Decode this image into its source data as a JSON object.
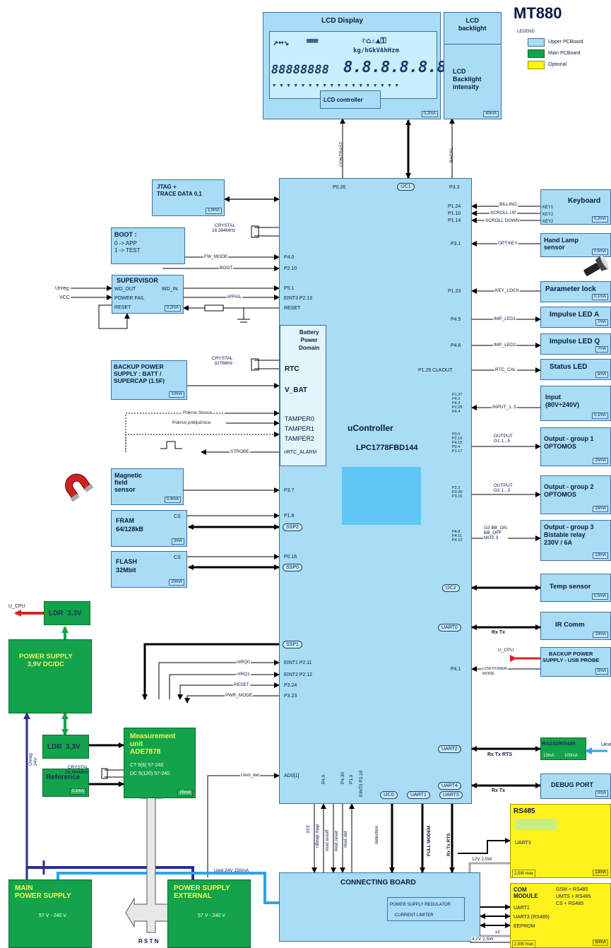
{
  "title": "MT880",
  "legend": {
    "heading": "LEGEND",
    "items": [
      {
        "label": "Upper PCBoard",
        "color": "#a9dcf5"
      },
      {
        "label": "Main PCBoard",
        "color": "#13a34a"
      },
      {
        "label": "Optional",
        "color": "#fff21c"
      }
    ]
  },
  "colors": {
    "upper": "#a9dcf5",
    "main": "#13a34a",
    "optional": "#fff21c",
    "power_arrow": "#1aa04a",
    "u_cpu_arrow": "#e02020",
    "bus": "#2b2f8a",
    "blue_line": "#2ea3e6"
  },
  "lcd": {
    "display_title": "LCD Display",
    "segments": "88888888",
    "segments_large": "8.8.8.8.8.8.8.8",
    "units": "kg/hGkVAhHzm",
    "controller": "LCD controller",
    "controller_current": "0,2mA",
    "backlight": "LCD\nbacklight",
    "backlight_intensity": "LCD\nBacklight\nintensity",
    "backlight_current": "40mA"
  },
  "mcu": {
    "name": "uController",
    "part": "LPC1778FBD144",
    "battery_domain": "Battery\nPower\nDomain",
    "rtc": "RTC",
    "vbat": "V_BAT",
    "tamper": [
      "TAMPER0",
      "TAMPER1",
      "TAMPER2"
    ],
    "left_pins": [
      "P0.26",
      "P4.0",
      "P2.10",
      "P5.1",
      "EINT3 P2.13",
      "RESET",
      "nRTC_ALARM",
      "P3.7",
      "P1.8",
      "P0.16",
      "EINT1 P2.11",
      "EINT2 P2.12",
      "P3.24",
      "P3.23",
      "AD0[1]"
    ],
    "right_pins": [
      "P3.3",
      "P1.24",
      "P1.10",
      "P1.14",
      "P3.1",
      "P1.23",
      "P4.5",
      "P4.6",
      "P1.25 CLKOUT",
      "P4.1"
    ],
    "buses": [
      "I2C1",
      "SSP2",
      "SSP0",
      "SSP1",
      "I2C2",
      "UART0",
      "UART2",
      "UART4",
      "I2C0",
      "UART1",
      "UART3"
    ],
    "bottom_pins": [
      "P4.9",
      "P4.30",
      "P1.9",
      "EINT0 P2.10"
    ],
    "input_pins": "P1.27\nP4.2\nP4.3\nP2.28\nP4.4",
    "out1_pins": "P0.5\nP2.19\nP4.15\nP0.4\nP1.17",
    "out2_pins": "P2.3\nP3.26\nP3.15",
    "out3_pins": "P4.8\nP4.11\nP4.10"
  },
  "left_blocks": {
    "jtag": {
      "title": "JTAG +\nTRACE DATA 0,1",
      "current": "1,9mA"
    },
    "crystal1": "CRYSTAL\n16.384MHz",
    "boot": {
      "title": "BOOT :",
      "lines": "0 -> APP\n1 -> TEST"
    },
    "supervisor": {
      "title": "SUPERVISOR",
      "wd_out": "WD_OUT",
      "wd_in": "WD_IN",
      "power_fail": "POWER FAIL",
      "reset": "RESET",
      "current": "0,2mA",
      "unreg": "Unreg",
      "vcc": "VCC"
    },
    "crystal2": "CRYSTAL\n32768Hz",
    "backup": {
      "title": "BACKUP POWER\nSUPPLY : BATT /\nSUPERCAP (1.5F)",
      "current": "10mA"
    },
    "magnetic": {
      "title": "Magnetic\nfield\nsensor",
      "current": "0,4mA"
    },
    "fram": {
      "title": "FRAM\n64/128kB",
      "cs": "CS",
      "current": "3mA"
    },
    "flash": {
      "title": "FLASH\n32Mbit",
      "cs": "CS",
      "current": "20mA"
    },
    "ldr_top": {
      "title": "LDR  3,3V",
      "u_cpu": "U_CPU"
    },
    "psu_dc": {
      "title": "POWER SUPPLY\n3,9V DC/DC"
    },
    "ldr_mid": {
      "title": "LDR  3,3V"
    },
    "reference": {
      "title": "Reference",
      "current": "0,1mA"
    },
    "measurement": {
      "title": "Measurement\nunit\nADE7878",
      "ct": "CT  5(6) 57-240",
      "dc": "DC  5(120) 57-240",
      "current": "25mA",
      "crystal": "CRYSTAL\n16.384MHz"
    },
    "main_psu": {
      "title": "MAIN\nPOWER SUPPLY",
      "range": "57 V - 240 V"
    },
    "ext_psu": {
      "title": "POWER SUPPLY\nEXTERNAL",
      "range": "57 V - 240 V"
    },
    "rstn": "R S T N",
    "unreg_24v": "Unreg\n24V"
  },
  "signals": {
    "contrast": "CONTRAST",
    "backl": "BACKL",
    "fw_mode": "FW_MODE",
    "boot": "BOOT",
    "npfail": "nPFAIL",
    "pokrov1": "Pokrov štovca",
    "pokrov2": "Pokrov priključnice",
    "strobe": "STROBE",
    "nirq0": "nIRQ0",
    "nirq1": "nIRQ1",
    "reset": "RESET",
    "pwr_mode": "PWR_MODE",
    "uext_det": "Uext_det",
    "billing": "BILLING",
    "scroll_up": "SCROLL UP",
    "scroll_down": "SCROLL DOWN",
    "opt_key": "OPT.KEY",
    "key_lock": "KEY_LOCK",
    "imp_led1": "IMP_LED1",
    "imp_led2": "IMP_LED2",
    "rtc_cal": "RTC_CAL",
    "input": "INPUT_1..5",
    "output1": "OUTPUT\nG1 1...5",
    "output2": "OUTPUT\nG2 1...3",
    "output3": "G3 BB_ON\nBB_OFF\nMOS 3",
    "rx_tx": "Rx Tx",
    "rx_tx_rts": "Rx Tx RTS",
    "u_cpu": "U_CPU",
    "low_power": "LOW POWER\nMODE",
    "uext_24v": "Uext  24V  150mA",
    "v12": "12V  2,5W",
    "v42": "4,2V  2,5W",
    "bottom_vertical": [
      "3V3",
      "nBoop map",
      "mod.on/off",
      "mod.reset",
      "mod.det",
      "detection",
      "FULL MODEM",
      "Rx Tx RTS"
    ],
    "x2": "x2",
    "uext_right": "Uext"
  },
  "right_blocks": {
    "keyboard": {
      "title": "Keyboard",
      "keys": [
        "KEY1",
        "KEY2",
        "KEY2"
      ],
      "current": "0,2mA"
    },
    "hand_lamp": {
      "title": "Hand Lamp\nsensor",
      "current": "0,5mA"
    },
    "param_lock": {
      "title": "Parameter lock",
      "current": "0,1mA"
    },
    "imp_a": {
      "title": "Impulse LED A",
      "current": "7mA"
    },
    "imp_q": {
      "title": "Impulse LED Q",
      "current": "7mA"
    },
    "status_led": {
      "title": "Status LED",
      "current": "5mA"
    },
    "input": {
      "title": "Input\n(80V÷240V)",
      "current": "0,1mA"
    },
    "out1": {
      "title": "Output - group 1\nOPTOMOS",
      "current": "25mA"
    },
    "out2": {
      "title": "Output - group 2\nOPTOMOS",
      "current": "15mA"
    },
    "out3": {
      "title": "Output - group 3\nBistable relay\n230V / 6A",
      "current": "13mA"
    },
    "temp": {
      "title": "Temp sensor",
      "current": "0,5mA"
    },
    "ir": {
      "title": "IR Comm",
      "current": "10mA"
    },
    "backup_usb": {
      "title": "BACKUP POWER\nSUPPLY - USB PROBE",
      "current": "0mA"
    },
    "rs232": {
      "title": "RS232/RS485",
      "cur1": "13mA",
      "cur2": "100mA"
    },
    "debug": {
      "title": "DEBUG PORT",
      "current": "0mA"
    },
    "rs485": {
      "title": "RS485",
      "uart": "UART3",
      "power": "2,5W max",
      "current": "13mA"
    },
    "com": {
      "title": "COM\nMODULE",
      "gsm": "GSM  + RS485",
      "umts": "UMTS + RS485",
      "cs": "CS    + RS485",
      "uart1": "UART1",
      "uart3": "UART3 (RS485)",
      "eeprom": "EEPROM",
      "power": "2,5W max",
      "current": "50mA"
    },
    "connecting": {
      "title": "CONNECTING BOARD",
      "regulator": "POWER SUPPLY REGULATOR",
      "limiter": "CURRENT LIMITER"
    }
  }
}
